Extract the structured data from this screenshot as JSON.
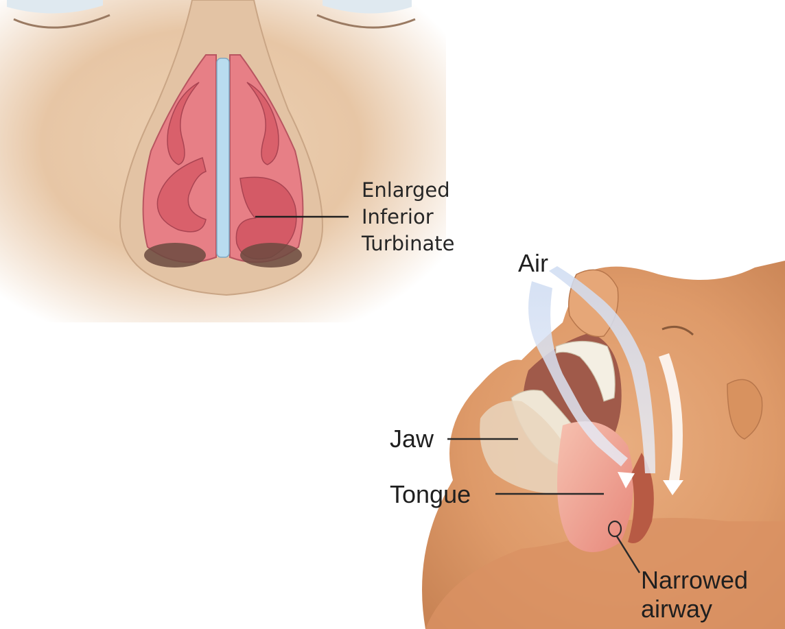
{
  "panels": {
    "nose": {
      "label_lines": [
        "Enlarged",
        "Inferior",
        "Turbinate"
      ]
    },
    "airway": {
      "labels": {
        "air": "Air",
        "jaw": "Jaw",
        "tongue": "Tongue",
        "narrowed_line1": "Narrowed",
        "narrowed_line2": "airway"
      }
    }
  },
  "colors": {
    "skin": "#e9c49f",
    "skin_shadow": "#c98a5c",
    "nasal_tissue": "#e77f86",
    "turbinate": "#d9606b",
    "septum": "#b9dcef",
    "airflow": "#c8d7ee",
    "label_text": "#262626"
  }
}
